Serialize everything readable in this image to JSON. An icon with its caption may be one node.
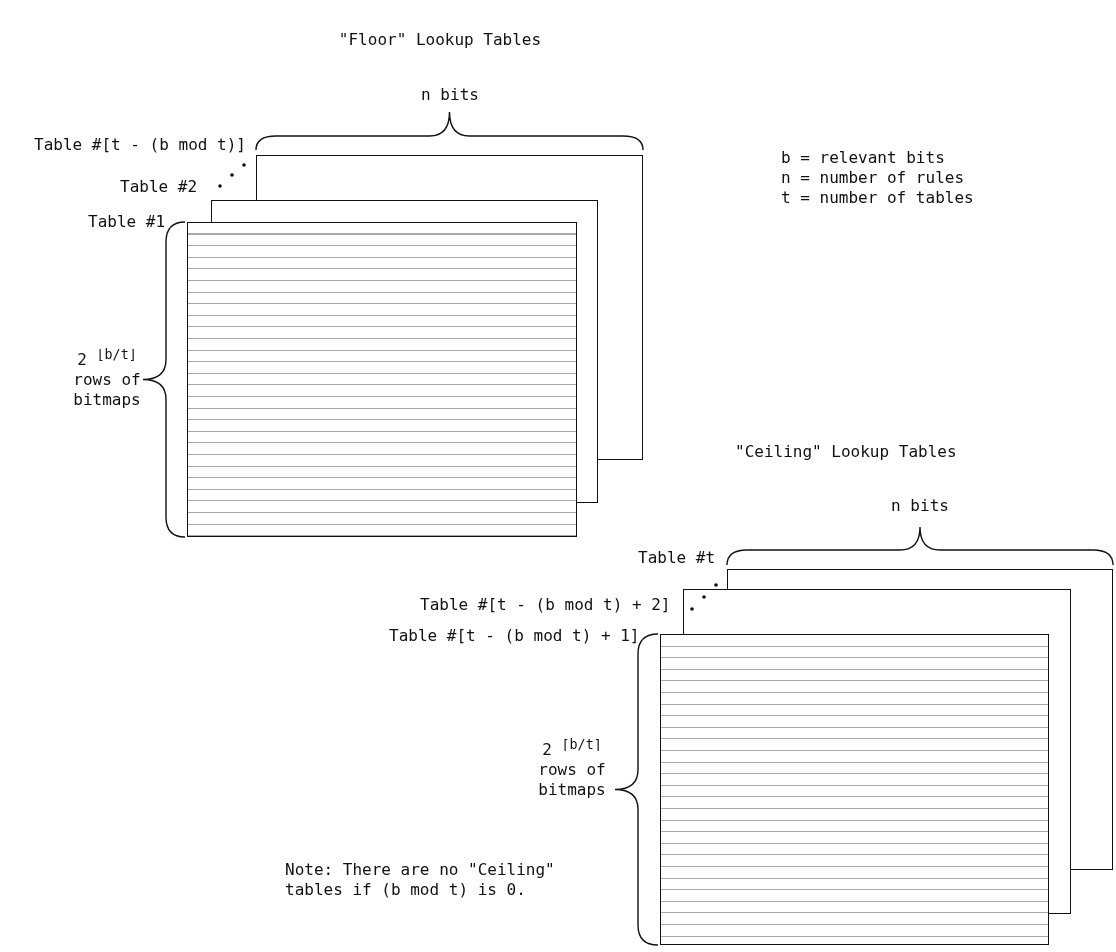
{
  "diagram": {
    "nodes": [
      {
        "text": [
          "Table #[t - (b mod t)]"
        ]
      },
      {
        "text": [
          "Table #2"
        ]
      },
      {
        "text": [
          "Table #1"
        ]
      },
      {
        "text": [
          "Table #t"
        ]
      },
      {
        "text": [
          "Table #[t - (b mod t) + 2]"
        ]
      },
      {
        "text": [
          "Table #[t - (b mod t) + 1]"
        ]
      }
    ],
    "labels": [
      "\"Floor\" Lookup Tables",
      "n bits",
      "b = relevant bits",
      "n = number of rules",
      "t = number of tables",
      "2 $^{⌊b/t⌋}$ rows of bitmaps",
      "\"Ceiling\" Lookup Tables",
      "n bits",
      "2 $^{⌈b/t⌉}$ rows of bitmaps",
      "Note: There are no \"Ceiling\" tables if (b mod t) is 0."
    ]
  }
}
